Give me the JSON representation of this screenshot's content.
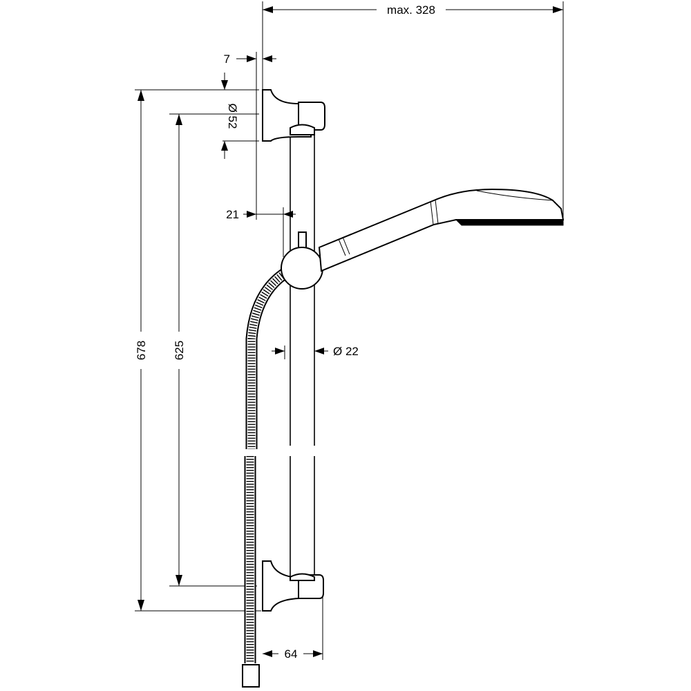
{
  "dimensions": {
    "max_width": "max. 328",
    "wall_offset": "7",
    "bracket_diameter": "Ø  52",
    "rail_offset": "21",
    "rail_diameter": "Ø  22",
    "total_height": "678",
    "bracket_spacing": "625",
    "bracket_depth": "64"
  }
}
